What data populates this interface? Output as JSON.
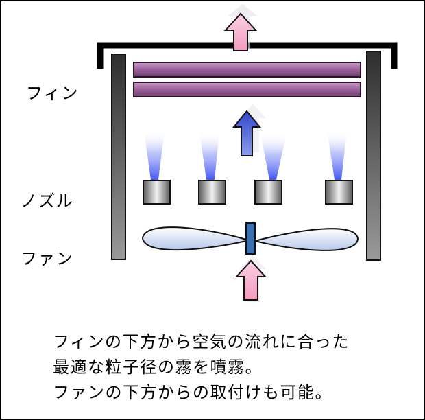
{
  "labels": {
    "fin": "フィン",
    "nozzle": "ノズル",
    "fan": "ファン"
  },
  "caption": [
    "フィンの下方から空気の流れに合った",
    "最適な粒子径の霧を噴霧。",
    "ファンの下方からの取付けも可能。"
  ],
  "colors": {
    "frame_border": "#000000",
    "fin_fill": "#a870a8",
    "fin_stroke": "#3a1e3a",
    "wall_gray": "#666666",
    "nozzle_gray": "#8c8c8c",
    "airflow_pink": "#f7b5cf",
    "airflow_blue": "#4f5fd8",
    "fan_blade": "#c9d7f0",
    "fan_hub": "#3a6fb0",
    "spray_blue": "#4a5cf0"
  },
  "icons": {
    "exhaust_arrow": "up-arrow-pink",
    "mist_arrow": "up-arrow-blue",
    "intake_arrow": "up-arrow-pink"
  }
}
